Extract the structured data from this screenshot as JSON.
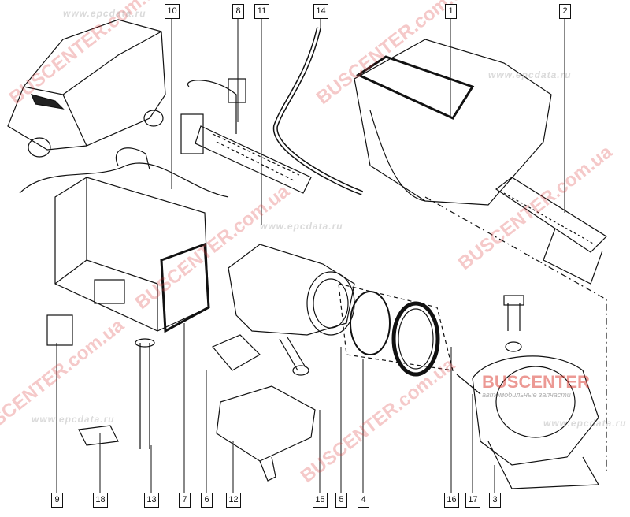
{
  "diagram": {
    "title": "Heater / air distribution unit exploded view",
    "callouts_top": [
      "10",
      "8",
      "11",
      "14",
      "1",
      "2"
    ],
    "callouts_bottom": [
      "9",
      "18",
      "13",
      "7",
      "6",
      "12",
      "15",
      "5",
      "4",
      "16",
      "17",
      "3"
    ]
  },
  "watermarks": {
    "site": "BUSCENTER.com.ua",
    "catalog": "www.epcdata.ru",
    "logo_name": "BUSCENTER",
    "logo_tagline": "автомобильные запчасти"
  },
  "colors": {
    "watermark_red": "#dc3c3c",
    "line": "#111111"
  }
}
